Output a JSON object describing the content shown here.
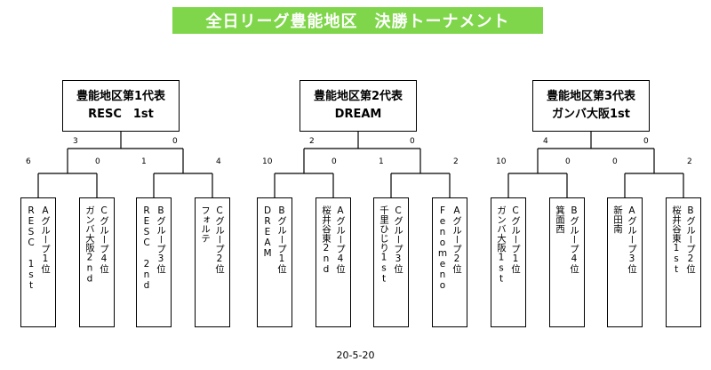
{
  "title": "全日リーグ豊能地区　決勝トーナメント",
  "footer": "20-5-20",
  "groups": [
    {
      "champion": {
        "line1": "豊能地区第1代表",
        "line2": "RESC　1st"
      },
      "scores": {
        "semi_left": "3",
        "semi_right": "0",
        "m1_left": "6",
        "m1_right": "0",
        "m2_left": "1",
        "m2_right": "4"
      },
      "teams": [
        {
          "place": "Aグループ1位",
          "name": "RESC 1st"
        },
        {
          "place": "Cグループ4位",
          "name": "ガンバ大阪2nd"
        },
        {
          "place": "Bグループ3位",
          "name": "RESC 2nd"
        },
        {
          "place": "Cグループ2位",
          "name": "フォルテ"
        }
      ]
    },
    {
      "champion": {
        "line1": "豊能地区第2代表",
        "line2": "DREAM"
      },
      "scores": {
        "semi_left": "2",
        "semi_right": "0",
        "m1_left": "10",
        "m1_right": "0",
        "m2_left": "1",
        "m2_right": "2"
      },
      "teams": [
        {
          "place": "Bグループ1位",
          "name": "DREAM"
        },
        {
          "place": "Aグループ4位",
          "name": "桜井谷東2nd"
        },
        {
          "place": "Cグループ3位",
          "name": "千里ひじり1st"
        },
        {
          "place": "Aグループ2位",
          "name": "Fenomeno"
        }
      ]
    },
    {
      "champion": {
        "line1": "豊能地区第3代表",
        "line2": "ガンバ大阪1st"
      },
      "scores": {
        "semi_left": "4",
        "semi_right": "0",
        "m1_left": "10",
        "m1_right": "0",
        "m2_left": "0",
        "m2_right": "2"
      },
      "teams": [
        {
          "place": "Cグループ1位",
          "name": "ガンバ大阪1st"
        },
        {
          "place": "Bグループ4位",
          "name": "箕面西"
        },
        {
          "place": "Aグループ3位",
          "name": "新田南"
        },
        {
          "place": "Bグループ2位",
          "name": "桜井谷東1st"
        }
      ]
    }
  ]
}
